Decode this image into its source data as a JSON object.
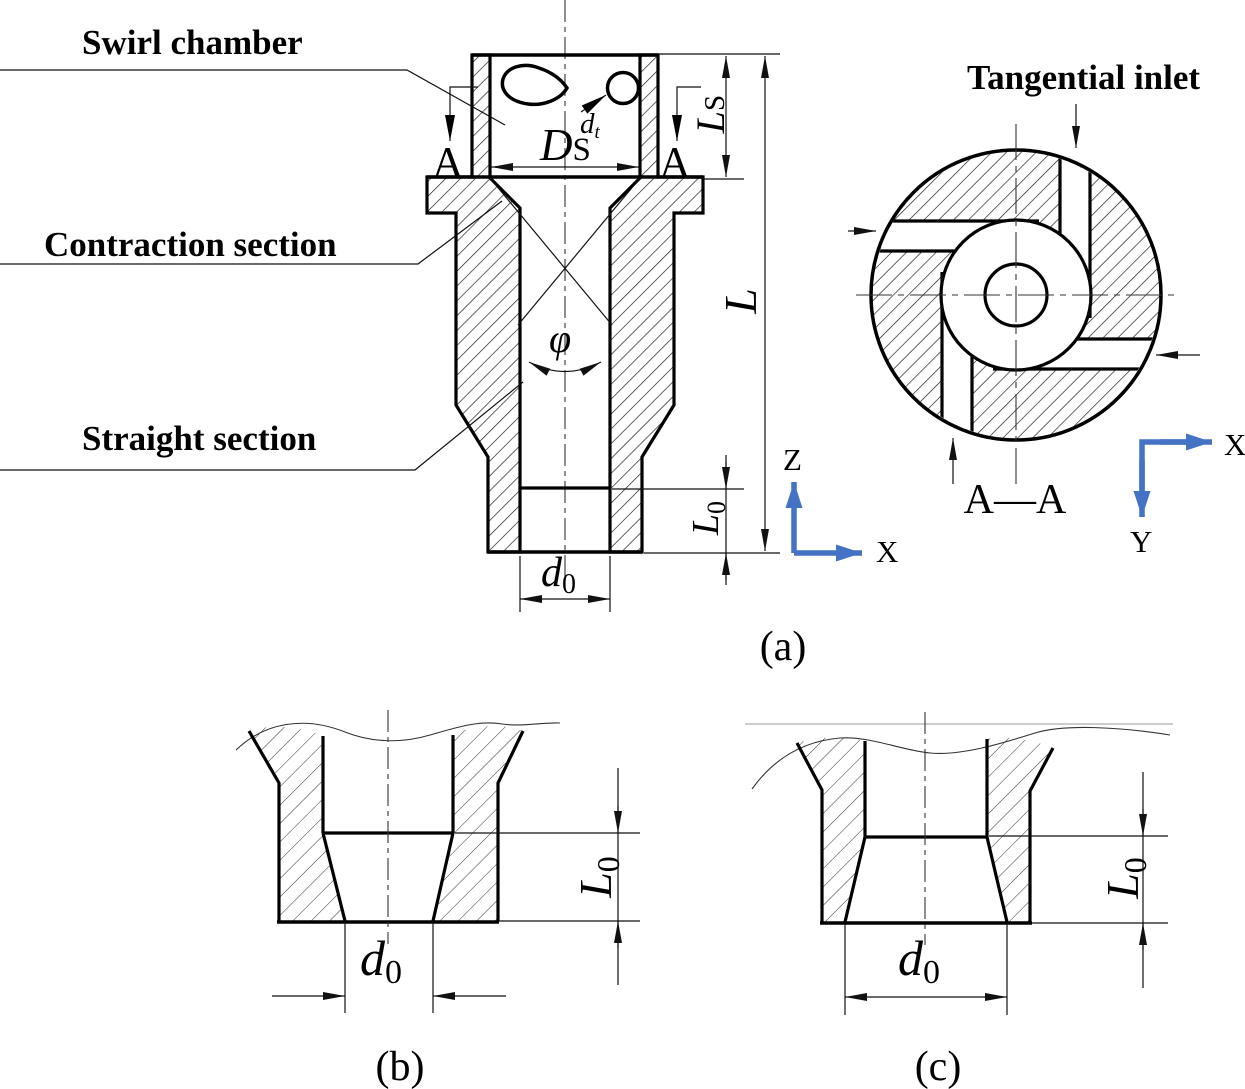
{
  "labels": {
    "swirl_chamber": "Swirl chamber",
    "contraction_section": "Contraction section",
    "straight_section": "Straight section",
    "tangential_inlet": "Tangential inlet"
  },
  "section_marks": {
    "left": "A",
    "right": "A",
    "view_title": "A—A"
  },
  "dims": {
    "Ds": {
      "base": "D",
      "sub": "S"
    },
    "dt": {
      "base": "d",
      "sub": "t"
    },
    "Ls": {
      "base": "L",
      "sub": "S"
    },
    "L": {
      "base": "L"
    },
    "L0": {
      "base": "L",
      "sub": "0"
    },
    "d0": {
      "base": "d",
      "sub": "0"
    },
    "phi": "φ"
  },
  "axes": {
    "main": {
      "up": "Z",
      "right": "X"
    },
    "section": {
      "right": "X",
      "down": "Y"
    },
    "color": "#4472C4"
  },
  "panels": {
    "a": "(a)",
    "b": "(b)",
    "c": "(c)"
  }
}
